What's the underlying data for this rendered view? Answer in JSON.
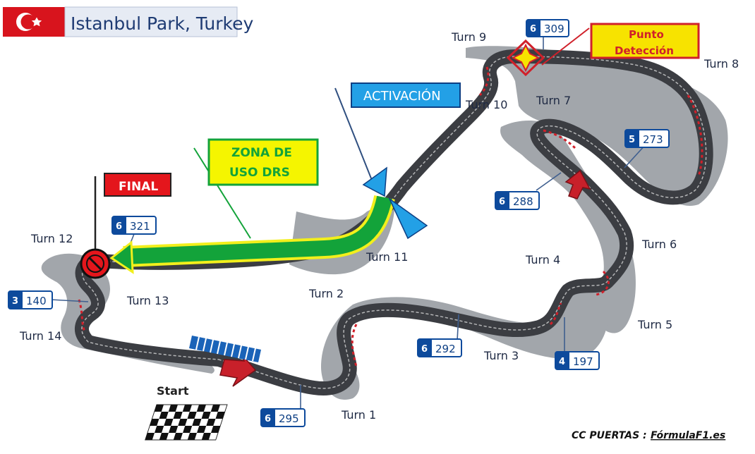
{
  "header": {
    "title": "Istanbul Park, Turkey",
    "flag": "turkey-flag"
  },
  "turns": {
    "t1": "Turn 1",
    "t2": "Turn 2",
    "t3": "Turn 3",
    "t4": "Turn 4",
    "t5": "Turn 5",
    "t6": "Turn 6",
    "t7": "Turn 7",
    "t8": "Turn 8",
    "t9": "Turn 9",
    "t10": "Turn 10",
    "t11": "Turn 11",
    "t12": "Turn 12",
    "t13": "Turn 13",
    "t14": "Turn 14"
  },
  "speed_boxes": [
    {
      "gear": "6",
      "speed": "309"
    },
    {
      "gear": "5",
      "speed": "273"
    },
    {
      "gear": "6",
      "speed": "288"
    },
    {
      "gear": "6",
      "speed": "321"
    },
    {
      "gear": "3",
      "speed": "140"
    },
    {
      "gear": "6",
      "speed": "292"
    },
    {
      "gear": "4",
      "speed": "197"
    },
    {
      "gear": "6",
      "speed": "295"
    }
  ],
  "labels": {
    "final": "FINAL",
    "activacion": "ACTIVACIÓN",
    "drs_line1": "ZONA DE",
    "drs_line2": "USO DRS",
    "detect_line1": "Punto",
    "detect_line2": "Detección",
    "start": "Start"
  },
  "credit": {
    "left": "CC PUERTAS :",
    "right": "FórmulaF1.es"
  },
  "colors": {
    "track": "#3b3d42",
    "runoff": "#9a9ea4",
    "drs_zone": "#13a33a",
    "drs_outline": "#f2ef1c",
    "activation": "#23a0e6",
    "detection": "#f7e300",
    "final_box": "#e4161c",
    "speed_box": "#0d4a9c"
  }
}
